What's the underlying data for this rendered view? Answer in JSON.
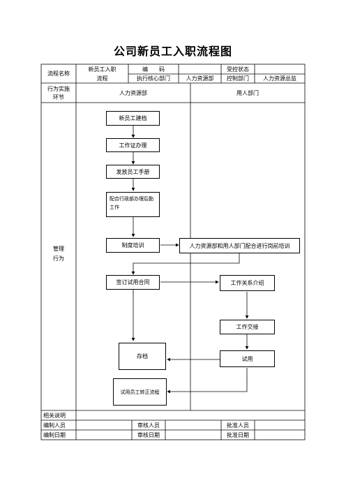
{
  "title": "公司新员工入职流程图",
  "header": {
    "process_name_label": "流程名称",
    "process_name_value_line1": "新员工入职",
    "process_name_value_line2": "流程",
    "code_label": "编　　码",
    "code_value": "",
    "control_status_label": "受控状态",
    "control_status_value": "",
    "executor_core_dept": "执行核心部门",
    "hr_dept": "人力资源部",
    "control_dept": "控制部门",
    "hr_director": "人力资源总监"
  },
  "lanes": {
    "stage_label_line1": "行为实施",
    "stage_label_line2": "环节",
    "lane_hr": "人力资源部",
    "lane_user": "用人部门",
    "row_label_line1": "管理",
    "row_label_line2": "行为"
  },
  "flow": {
    "step1": "新员工建档",
    "step2": "工作证办理",
    "step3": "发放员工手册",
    "step4": "配合行政部办理后勤工作",
    "step5": "制度培训",
    "step5b": "人力资源部和用人部门配合进行岗前培训",
    "step6": "签订试用合同",
    "step6b": "工作关系介绍",
    "step7": "工作交接",
    "step8": "试用",
    "step9": "存档",
    "step10": "试用员工转正流程"
  },
  "footer": {
    "related_notes": "相关说明",
    "related_notes_value": "",
    "prepared_by": "编制人员",
    "prepared_by_value": "",
    "reviewer": "审核人员",
    "reviewer_value": "",
    "approver": "批准人员",
    "approver_value": "",
    "prepared_date": "编制日期",
    "prepared_date_value": "",
    "review_date": "审核日期",
    "review_date_value": "",
    "approve_date": "批准日期",
    "approve_date_value": ""
  }
}
